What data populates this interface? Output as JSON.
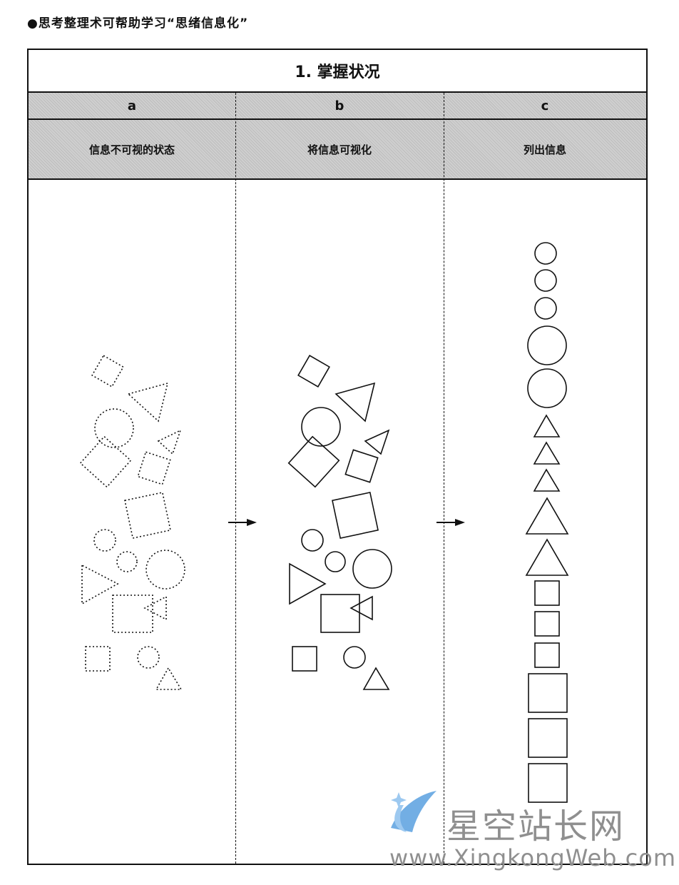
{
  "caption": "●思考整理术可帮助学习“思绪信息化”",
  "table": {
    "title": "1. 掌握状况",
    "columns": [
      {
        "letter": "a",
        "heading": "信息不可视的状态"
      },
      {
        "letter": "b",
        "heading": "将信息可视化"
      },
      {
        "letter": "c",
        "heading": "列出信息"
      }
    ]
  },
  "watermark": {
    "brand": "星空站长网",
    "url": "www.XingkongWeb.com"
  },
  "colors": {
    "line": "#111111",
    "band": "#c8c8c8",
    "watermark": "#8f8f8f",
    "logo_blue": "#5aa0e0"
  },
  "icons": [
    "arrow-right-icon",
    "logo-icon"
  ]
}
